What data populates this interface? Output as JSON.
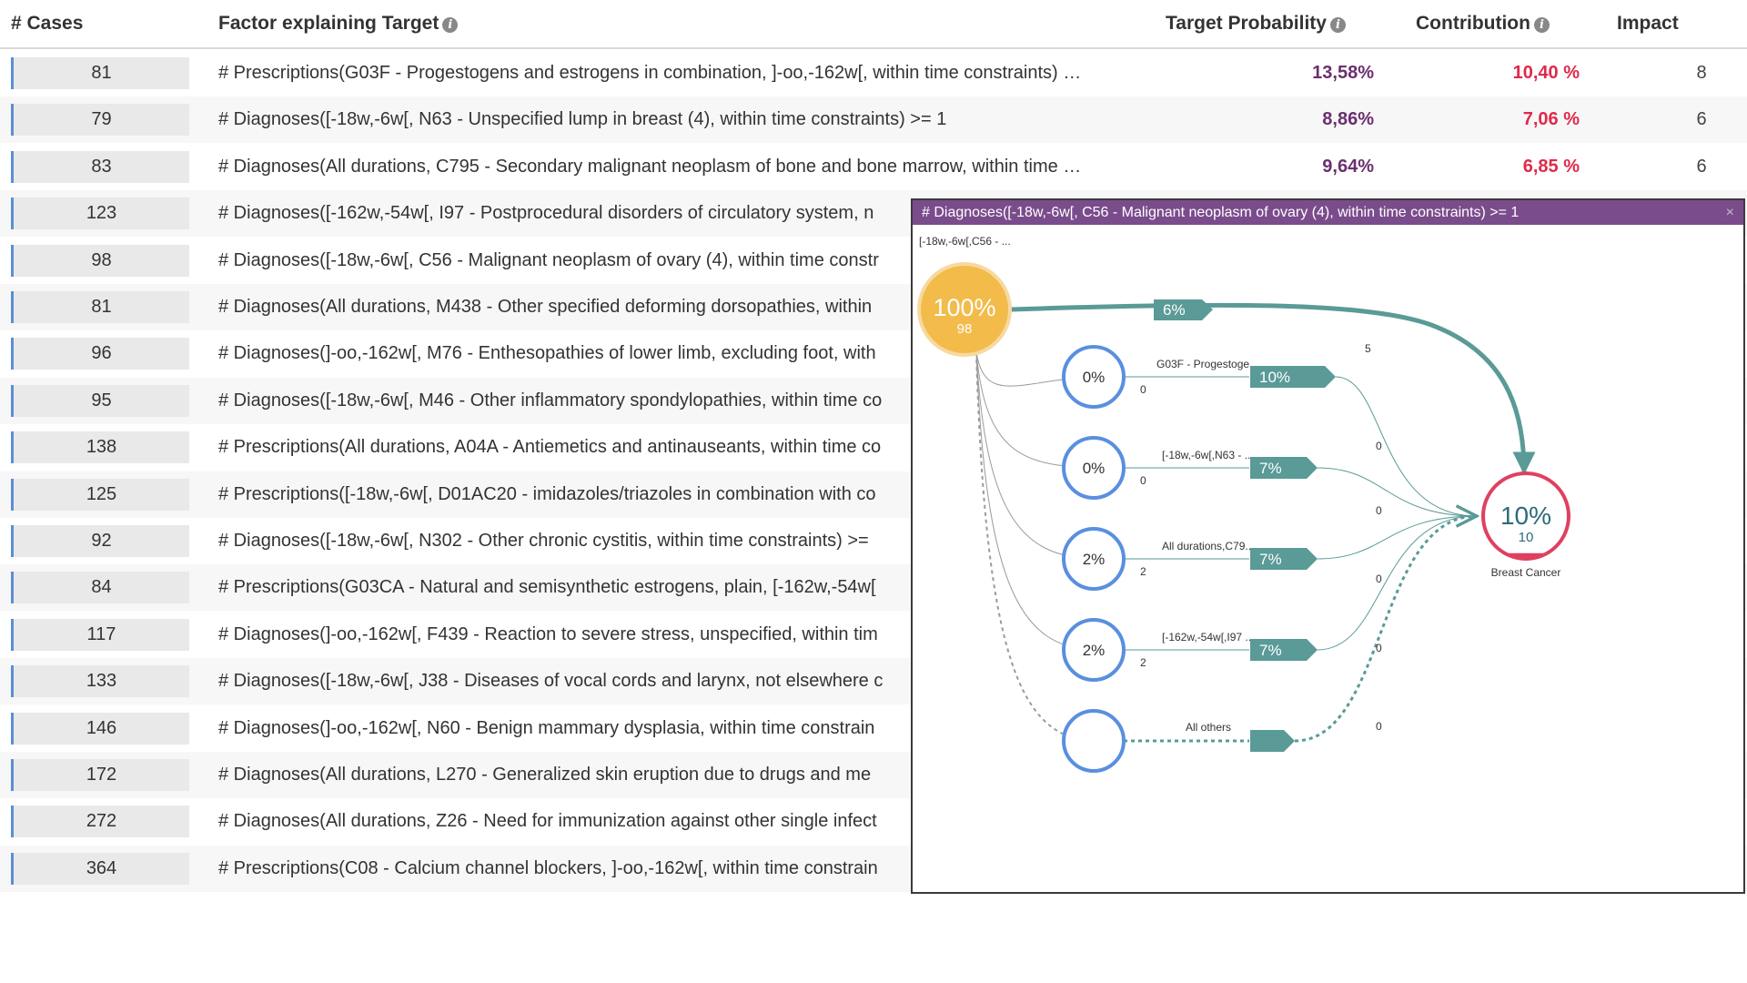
{
  "table": {
    "headers": {
      "cases": "# Cases",
      "factor": "Factor explaining Target",
      "target_probability": "Target Probability",
      "contribution": "Contribution",
      "impact": "Impact"
    },
    "info_glyph": "i",
    "rows": [
      {
        "cases": "81",
        "factor": "# Prescriptions(G03F - Progestogens and estrogens in combination, ]-oo,-162w[, within time constraints) …",
        "target_probability": "13,58%",
        "contribution": "10,40 %",
        "impact": "8"
      },
      {
        "cases": "79",
        "factor": "# Diagnoses([-18w,-6w[, N63 - Unspecified lump in breast (4), within time constraints) >= 1",
        "target_probability": "8,86%",
        "contribution": "7,06 %",
        "impact": "6"
      },
      {
        "cases": "83",
        "factor": "# Diagnoses(All durations, C795 - Secondary malignant neoplasm of bone and bone marrow, within time …",
        "target_probability": "9,64%",
        "contribution": "6,85 %",
        "impact": "6"
      },
      {
        "cases": "123",
        "factor": "# Diagnoses([-162w,-54w[, I97 - Postprocedural disorders of circulatory system, n"
      },
      {
        "cases": "98",
        "factor": "# Diagnoses([-18w,-6w[, C56 - Malignant neoplasm of ovary (4), within time constr"
      },
      {
        "cases": "81",
        "factor": "# Diagnoses(All durations, M438 - Other specified deforming dorsopathies, within"
      },
      {
        "cases": "96",
        "factor": "# Diagnoses(]-oo,-162w[, M76 - Enthesopathies of lower limb, excluding foot, with"
      },
      {
        "cases": "95",
        "factor": "# Diagnoses([-18w,-6w[, M46 - Other inflammatory spondylopathies, within time co"
      },
      {
        "cases": "138",
        "factor": "# Prescriptions(All durations, A04A - Antiemetics and antinauseants, within time co"
      },
      {
        "cases": "125",
        "factor": "# Prescriptions([-18w,-6w[, D01AC20 - imidazoles/triazoles in combination with co"
      },
      {
        "cases": "92",
        "factor": "# Diagnoses([-18w,-6w[, N302 - Other chronic cystitis, within time constraints) >="
      },
      {
        "cases": "84",
        "factor": "# Prescriptions(G03CA - Natural and semisynthetic estrogens, plain, [-162w,-54w["
      },
      {
        "cases": "117",
        "factor": "# Diagnoses(]-oo,-162w[, F439 - Reaction to severe stress, unspecified, within tim"
      },
      {
        "cases": "133",
        "factor": "# Diagnoses([-18w,-6w[, J38 - Diseases of vocal cords and larynx, not elsewhere c"
      },
      {
        "cases": "146",
        "factor": "# Diagnoses(]-oo,-162w[, N60 - Benign mammary dysplasia, within time constrain"
      },
      {
        "cases": "172",
        "factor": "# Diagnoses(All durations, L270 - Generalized skin eruption due to drugs and me"
      },
      {
        "cases": "272",
        "factor": "# Diagnoses(All durations, Z26 - Need for immunization against other single infect"
      },
      {
        "cases": "364",
        "factor": "# Prescriptions(C08 - Calcium channel blockers, ]-oo,-162w[, within time constrain"
      }
    ]
  },
  "popup": {
    "title": "# Diagnoses([-18w,-6w[, C56 - Malignant neoplasm of ovary (4), within time constraints) >= 1",
    "close_label": "×",
    "source_node": {
      "label": "[-18w,-6w[,C56 - ...",
      "percent": "100%",
      "count": "98",
      "color": "#f2bb4a"
    },
    "target_node": {
      "label": "Breast Cancer",
      "percent": "10%",
      "count": "10",
      "color": "#e0405f",
      "fill_fraction": 0.1
    },
    "direct_flow": {
      "percent": "6%",
      "count": "5"
    },
    "branches": [
      {
        "node_percent": "0%",
        "label": "G03F - Progestoge...",
        "tag_percent": "10%",
        "count_in": "0",
        "count_out": "0"
      },
      {
        "node_percent": "0%",
        "label": "[-18w,-6w[,N63 - ...",
        "tag_percent": "7%",
        "count_in": "0",
        "count_out": "0"
      },
      {
        "node_percent": "2%",
        "label": "All durations,C79...",
        "tag_percent": "7%",
        "count_in": "2",
        "count_out": "0"
      },
      {
        "node_percent": "2%",
        "label": "[-162w,-54w[,I97 ...",
        "tag_percent": "7%",
        "count_in": "2",
        "count_out": "0"
      },
      {
        "node_percent": "",
        "label": "All others",
        "tag_percent": "",
        "count_in": "",
        "count_out": "0"
      }
    ],
    "colors": {
      "teal": "#5a9a97",
      "blue_node": "#5a8fe0",
      "title_bar": "#7a4c8c",
      "gray_line": "#9a9a9a"
    }
  }
}
